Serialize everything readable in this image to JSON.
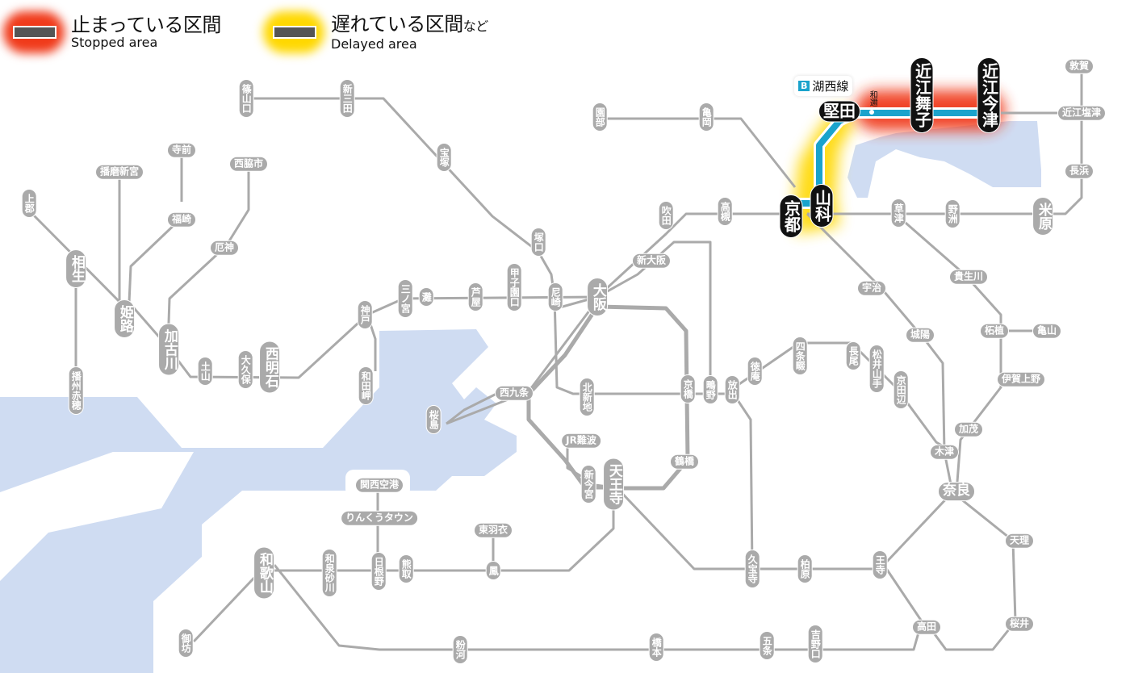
{
  "legend": {
    "stopped": {
      "jp": "止まっている区間",
      "en": "Stopped area",
      "color": "#f03a1a"
    },
    "delayed": {
      "jp": "遅れている区間",
      "jp_suffix": "など",
      "en": "Delayed area",
      "color": "#ffd800"
    }
  },
  "line_badge": {
    "letter": "B",
    "name": "湖西線",
    "color": "#1aa3cc"
  },
  "colors": {
    "track": "#aaaaaa",
    "station": "#aaaaaa",
    "water": "#cfdcf2",
    "affected_station": "#111111",
    "kosei_line": "#1aa3cc"
  },
  "stations": {
    "sasayamaguchi": "篠山口",
    "shinsanda": "新三田",
    "takarazuka": "宝塚",
    "tsukaguchi": "塚口",
    "sonobe": "園部",
    "kameoka": "亀岡",
    "suita": "吹田",
    "takatsuki": "高槻",
    "kyoto": "京都",
    "yamashina": "山科",
    "katata": "堅田",
    "wani": "和邇",
    "omimaiko": "近江舞子",
    "omiimazu": "近江今津",
    "tsuruga": "敦賀",
    "omishiotsu": "近江塩津",
    "nagahama": "長浜",
    "maibara": "米原",
    "kusatsu": "草津",
    "yasu": "野洲",
    "uji": "宇治",
    "joyo": "城陽",
    "kibukawa": "貴生川",
    "tsuge": "柘植",
    "kameyama": "亀山",
    "igaueno": "伊賀上野",
    "kamo": "加茂",
    "kizu": "木津",
    "nara": "奈良",
    "tenri": "天理",
    "sakurai": "桜井",
    "takada": "高田",
    "oji": "王寺",
    "kashiwara": "柏原",
    "kyuhoji": "久宝寺",
    "yoshinoguchi": "吉野口",
    "gojo": "五条",
    "hashimoto": "橋本",
    "kokawa": "粉河",
    "wakayama": "和歌山",
    "gobo": "御坊",
    "izumisunagawa": "和泉砂川",
    "hineno": "日根野",
    "kumatori": "熊取",
    "otori": "鳳",
    "higashihagoromo": "東羽衣",
    "rinku": "りんくうタウン",
    "kix": "関西空港",
    "tennoji": "天王寺",
    "shinimamiya": "新今宮",
    "jrnamba": "JR難波",
    "tsuruhashi": "鶴橋",
    "kyobashi": "京橋",
    "kitashinchi": "北新地",
    "nishikujo": "西九条",
    "sakurajima": "桜島",
    "osaka": "大阪",
    "shinosaka": "新大阪",
    "amagasaki": "尼崎",
    "koshienguchi": "甲子園口",
    "ashiya": "芦屋",
    "nada": "灘",
    "sannomiya": "三ノ宮",
    "kobe": "神戸",
    "wadamisaki": "和田岬",
    "nishiakashi": "西明石",
    "okubo": "大久保",
    "tsuchiyama": "土山",
    "kakogawa": "加古川",
    "yakujin": "厄神",
    "nishiwaki": "西脇市",
    "himeji": "姫路",
    "fukusaki": "福崎",
    "teramae": "寺前",
    "harimashingu": "播磨新宮",
    "aioi": "相生",
    "kamigori": "上郡",
    "banshuako": "播州赤穂",
    "kamo_river_shijonawate": "四条畷",
    "tokuan": "徳庵",
    "hanaten": "放出",
    "shigino": "鴫野",
    "nagao": "長尾",
    "matsuiyamate": "松井山手",
    "kyotanabe": "京田辺"
  }
}
